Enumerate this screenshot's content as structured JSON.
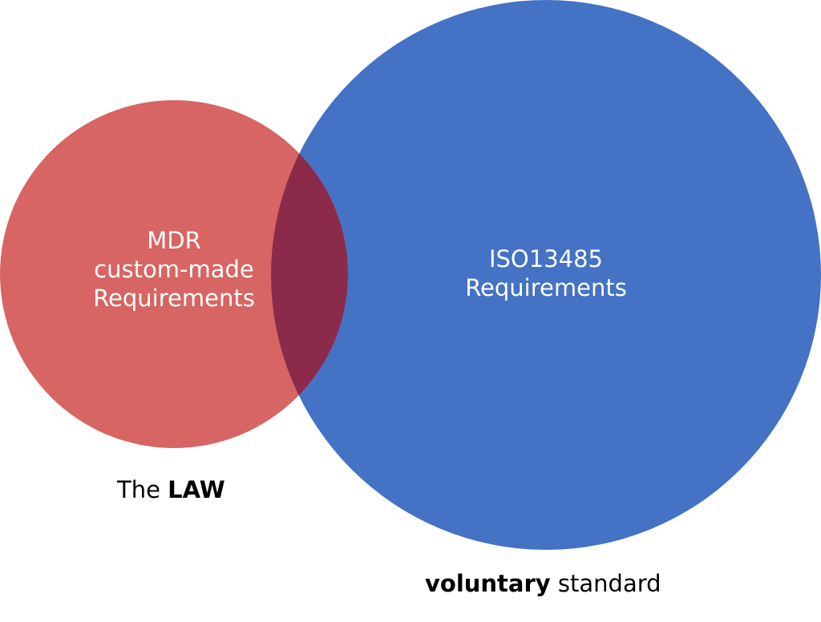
{
  "colors": {
    "law": "#D76563",
    "standard": "#4472C4",
    "overlap": "#8B2A4B"
  },
  "law_circle": {
    "lines": [
      "MDR",
      "custom-made",
      "Requirements"
    ]
  },
  "standard_circle": {
    "lines": [
      "ISO13485",
      "Requirements"
    ]
  },
  "law_caption": {
    "prefix": "The ",
    "bold": "LAW"
  },
  "standard_caption": {
    "bold": "voluntary",
    "suffix": " standard"
  }
}
